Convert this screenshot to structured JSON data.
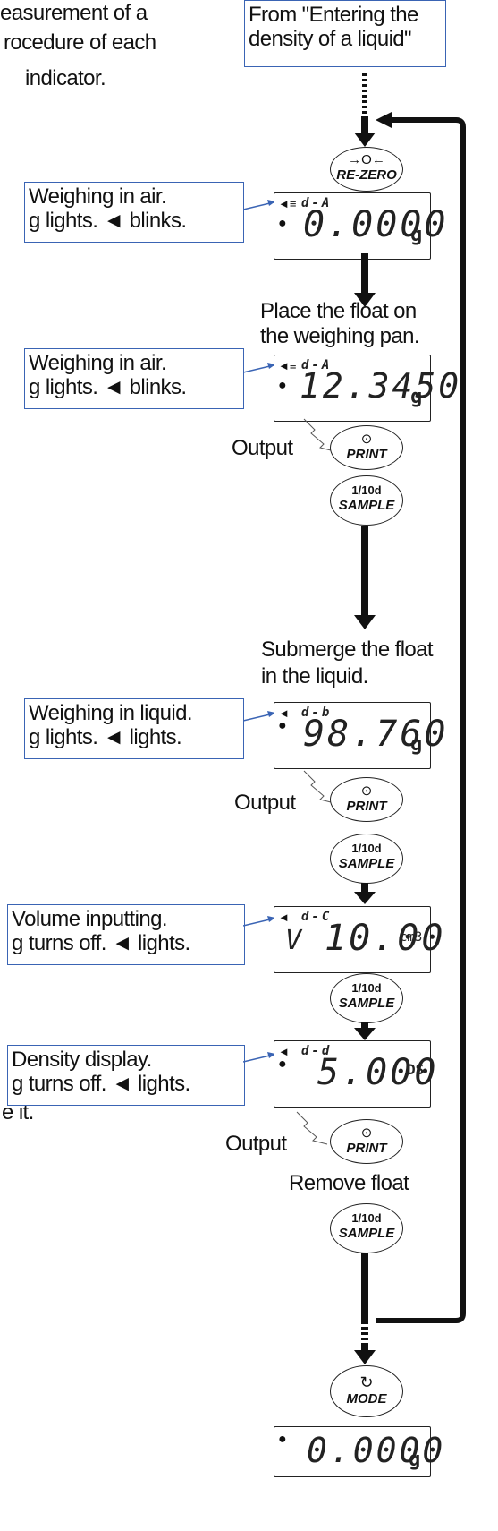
{
  "intro": {
    "line1": "easurement of a",
    "line2": "rocedure of each",
    "line3": "indicator.",
    "tail": "e it."
  },
  "from_box": {
    "line1": "From \"Entering the",
    "line2": "density of a liquid\""
  },
  "steps": {
    "place_float": {
      "line1": "Place the float on",
      "line2": "the weighing pan."
    },
    "submerge": {
      "line1": "Submerge the float",
      "line2": "in the liquid."
    },
    "remove_float": "Remove float"
  },
  "notes": {
    "air1": {
      "line1": "Weighing in air.",
      "line2": "g lights.  ◄  blinks."
    },
    "air2": {
      "line1": "Weighing in air.",
      "line2": "g lights.  ◄  blinks."
    },
    "liquid": {
      "line1": "Weighing in liquid.",
      "line2": "g lights.  ◄  lights."
    },
    "volume": {
      "line1": "Volume inputting.",
      "line2": "g turns off.  ◄  lights."
    },
    "density": {
      "line1": "Density display.",
      "line2": "g turns off.  ◄  lights."
    }
  },
  "output_label": "Output",
  "buttons": {
    "rezero": {
      "symbol": "→O←",
      "label": "RE-ZERO"
    },
    "print": {
      "symbol": "⊙",
      "label": "PRINT"
    },
    "sample": {
      "symbol": "1/10d",
      "label": "SAMPLE"
    },
    "mode": {
      "symbol": "↻",
      "label": "MODE"
    }
  },
  "displays": {
    "d1": {
      "mode": "d-A",
      "value": "0.0000",
      "unit": "g"
    },
    "d2": {
      "mode": "d-A",
      "value": "12.3450",
      "unit": "g"
    },
    "d3": {
      "mode": "d-b",
      "value": "98.760",
      "unit": "g"
    },
    "d4": {
      "mode": "d-C",
      "prefix": "V",
      "value": "10.00",
      "unit": "cm3"
    },
    "d5": {
      "mode": "d-d",
      "value": "5.000",
      "unit": "DS"
    },
    "d6": {
      "value": "0.0000",
      "unit": "g"
    }
  }
}
